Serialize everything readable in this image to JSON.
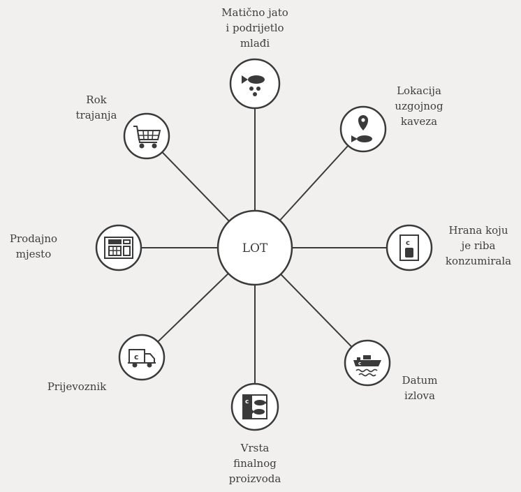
{
  "center": {
    "label": "LOT"
  },
  "nodes": [
    {
      "id": "top",
      "icon": "fish-eggs-icon",
      "lines": [
        "Matično jato",
        "i podrijetlo",
        "mlađi"
      ]
    },
    {
      "id": "top-right",
      "icon": "location-fish-icon",
      "lines": [
        "Lokacija",
        "uzgojnog",
        "kaveza"
      ]
    },
    {
      "id": "right",
      "icon": "feed-bag-icon",
      "lines": [
        "Hrana koju",
        "je riba",
        "konzumirala"
      ]
    },
    {
      "id": "bottom-right",
      "icon": "fishing-boat-icon",
      "lines": [
        "Datum",
        "izlova"
      ]
    },
    {
      "id": "bottom",
      "icon": "fish-package-icon",
      "lines": [
        "Vrsta",
        "finalnog",
        "proizvoda"
      ]
    },
    {
      "id": "bottom-left",
      "icon": "delivery-truck-icon",
      "lines": [
        "Prijevoznik"
      ]
    },
    {
      "id": "left",
      "icon": "store-icon",
      "lines": [
        "Prodajno",
        "mjesto"
      ]
    },
    {
      "id": "top-left",
      "icon": "shopping-cart-icon",
      "lines": [
        "Rok",
        "trajanja"
      ]
    }
  ],
  "colors": {
    "background": "#f1f0ee",
    "stroke": "#3a3a3a",
    "fill": "#ffffff"
  }
}
